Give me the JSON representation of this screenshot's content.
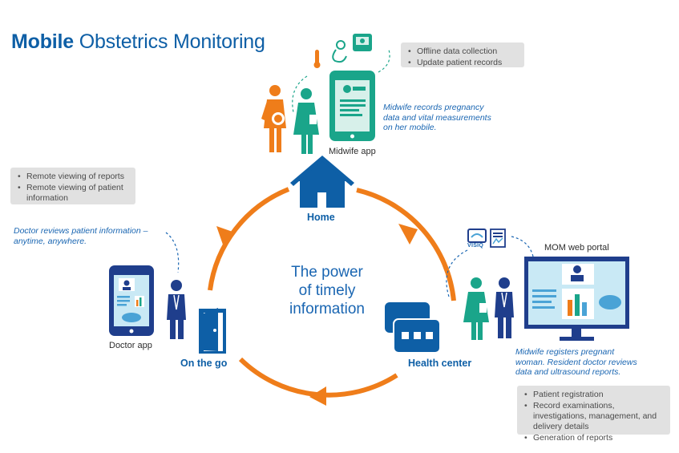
{
  "title": {
    "bold": "Mobile",
    "regular": "Obstetrics Monitoring"
  },
  "center": {
    "line1": "The power",
    "line2": "of timely",
    "line3": "information"
  },
  "stages": {
    "home": "Home",
    "health_center": "Health center",
    "on_the_go": "On the go"
  },
  "apps": {
    "midwife_app": "Midwife app",
    "doctor_app": "Doctor app",
    "web_portal": "MOM web portal",
    "visiq": "VISIQ"
  },
  "captions": {
    "midwife": [
      "Midwife records pregnancy",
      "data and vital measurements",
      "on her mobile."
    ],
    "doctor": [
      "Doctor reviews patient information –",
      "anytime, anywhere."
    ],
    "health_center": [
      "Midwife registers pregnant",
      "woman. Resident doctor reviews",
      "data and ultrasound reports."
    ]
  },
  "bullets": {
    "home": [
      "Offline data collection",
      "Update patient records"
    ],
    "on_the_go": [
      "Remote viewing of reports",
      "Remote viewing of patient information"
    ],
    "health_center": [
      "Patient registration",
      "Record examinations, investigations, management, and delivery details",
      "Generation of reports"
    ]
  },
  "colors": {
    "blue": "#0e5fa6",
    "teal": "#1aa58a",
    "orange": "#ef7d1a",
    "navy": "#1f3e8c",
    "cyan_light": "#c9e9f5",
    "gray_box": "#e1e1e1"
  }
}
